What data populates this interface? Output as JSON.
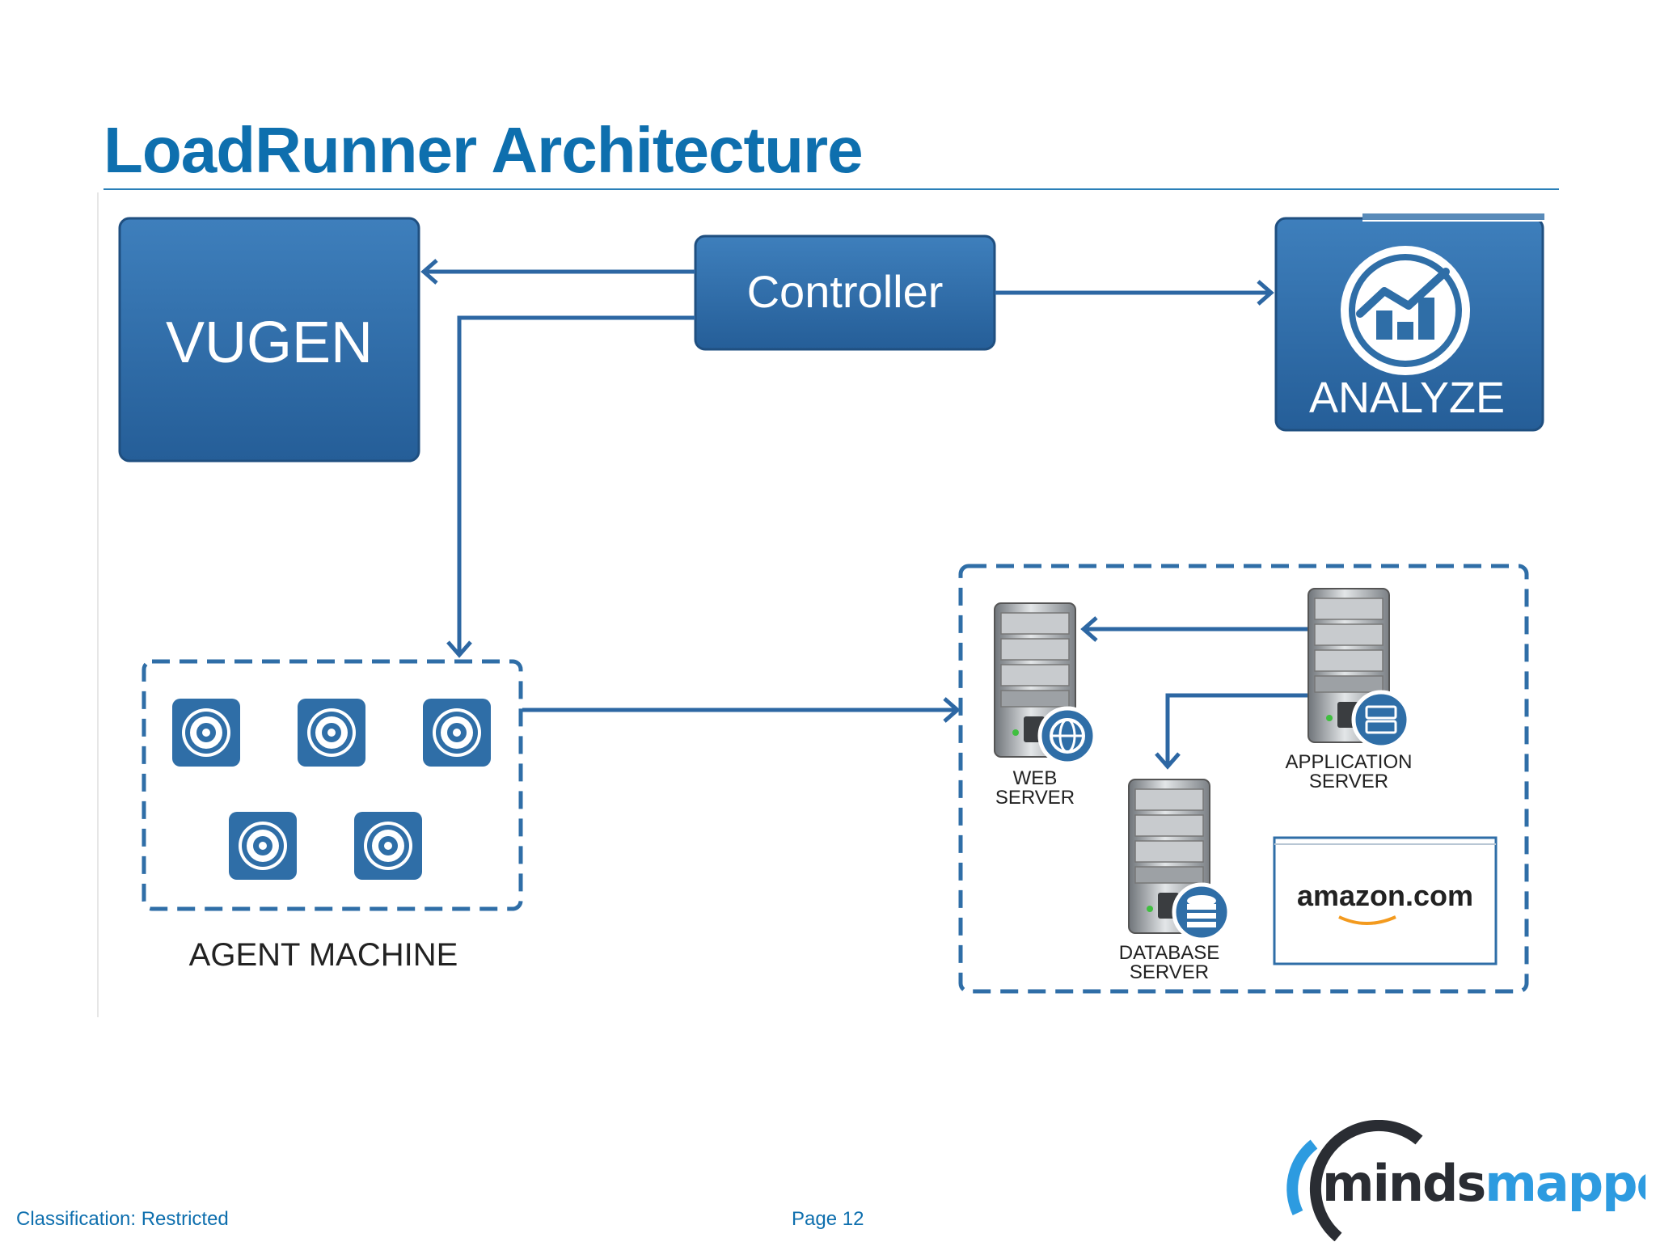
{
  "title": "LoadRunner Architecture",
  "diagram": {
    "vugen": "VUGEN",
    "controller": "Controller",
    "analyze": "ANALYZE",
    "agent_machine": "AGENT MACHINE",
    "web_server": [
      "WEB",
      "SERVER"
    ],
    "application_server": [
      "APPLICATION",
      "SERVER"
    ],
    "database_server": [
      "DATABASE",
      "SERVER"
    ],
    "website": "amazon.com"
  },
  "footer": {
    "classification": "Classification: Restricted",
    "page": "Page 12"
  },
  "logo": {
    "part1": "minds",
    "part2": "mapped"
  },
  "colors": {
    "accent": "#0e6fae",
    "box": "#2f6ea7",
    "arrow": "#2d67a3"
  }
}
